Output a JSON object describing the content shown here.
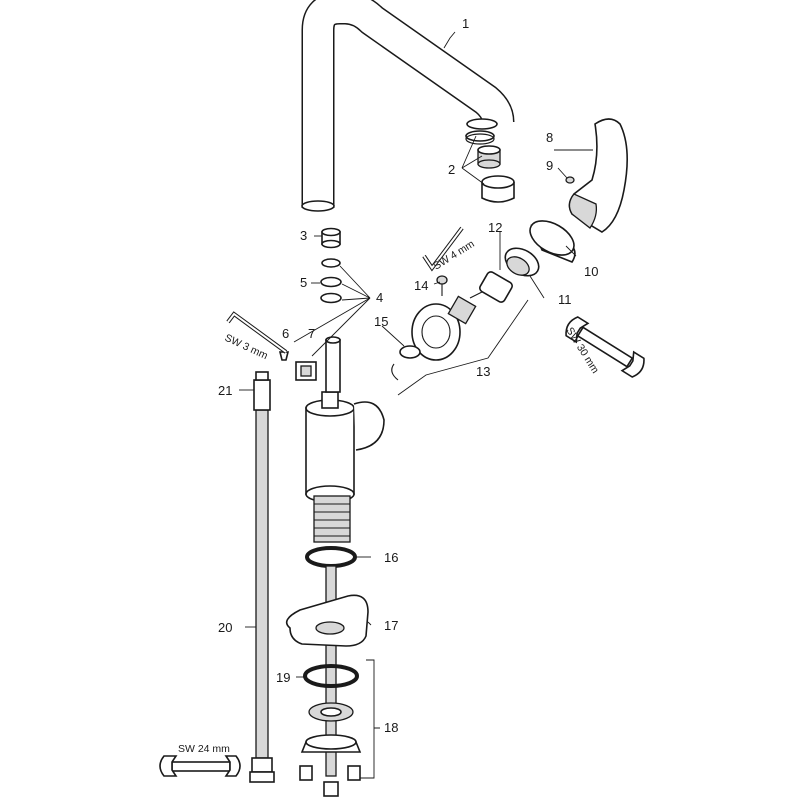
{
  "parts": [
    {
      "id": "1",
      "label": "1"
    },
    {
      "id": "2",
      "label": "2"
    },
    {
      "id": "3",
      "label": "3"
    },
    {
      "id": "4",
      "label": "4"
    },
    {
      "id": "5",
      "label": "5"
    },
    {
      "id": "6",
      "label": "6"
    },
    {
      "id": "7",
      "label": "7"
    },
    {
      "id": "8",
      "label": "8"
    },
    {
      "id": "9",
      "label": "9"
    },
    {
      "id": "10",
      "label": "10"
    },
    {
      "id": "11",
      "label": "11"
    },
    {
      "id": "12",
      "label": "12"
    },
    {
      "id": "13",
      "label": "13"
    },
    {
      "id": "14",
      "label": "14"
    },
    {
      "id": "15",
      "label": "15"
    },
    {
      "id": "16",
      "label": "16"
    },
    {
      "id": "17",
      "label": "17"
    },
    {
      "id": "18",
      "label": "18"
    },
    {
      "id": "19",
      "label": "19"
    },
    {
      "id": "20",
      "label": "20"
    },
    {
      "id": "21",
      "label": "21"
    }
  ],
  "tools": {
    "hex_key_4": "SW 4 mm",
    "hex_key_3": "SW 3 mm",
    "wrench_30": "SW 30 mm",
    "wrench_24": "SW 24 mm"
  }
}
